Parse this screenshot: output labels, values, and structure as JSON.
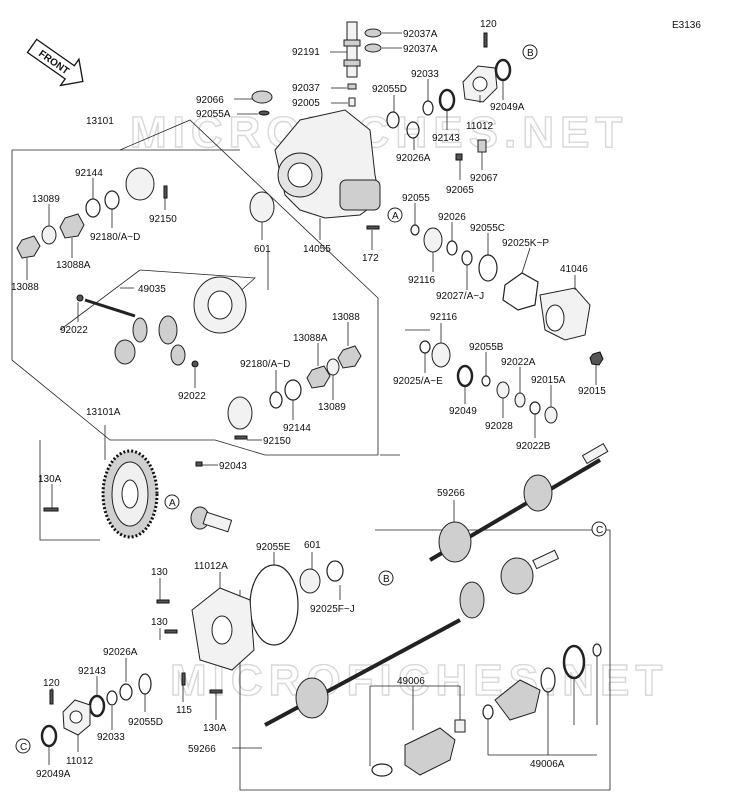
{
  "diagram_code": "E3136",
  "front_label": "FRONT",
  "watermark": "MICROFICHES.NET",
  "callouts": {
    "A": "A",
    "B": "B",
    "C": "C"
  },
  "labels": {
    "l13101": "13101",
    "l92191": "92191",
    "l92037A_1": "92037A",
    "l92037A_2": "92037A",
    "l120_top": "120",
    "l92037": "92037",
    "l92005": "92005",
    "l92066": "92066",
    "l92055A": "92055A",
    "l92055D_top": "92055D",
    "l92033_top": "92033",
    "l92143_top": "92143",
    "l11012_top": "11012",
    "l92049A_top": "92049A",
    "l92026A_top": "92026A",
    "l92065": "92065",
    "l92067": "92067",
    "l92144_top": "92144",
    "l13089_top": "13089",
    "l13088A_top": "13088A",
    "l13088_top": "13088",
    "l92180_top": "92180/A~D",
    "l92150_top": "92150",
    "l601_top": "601",
    "l14055": "14055",
    "l172": "172",
    "l92055": "92055",
    "l92026": "92026",
    "l92055C": "92055C",
    "l92025KP": "92025K~P",
    "l41046": "41046",
    "l92116_a": "92116",
    "l92027": "92027/A~J",
    "l49035": "49035",
    "l92022_a": "92022",
    "l92022_b": "92022",
    "l13088_r": "13088",
    "l13088A_r": "13088A",
    "l92180_r": "92180/A~D",
    "l92144_r": "92144",
    "l13089_r": "13089",
    "l92150_r": "92150",
    "l92116_b": "92116",
    "l92055B": "92055B",
    "l92022A": "92022A",
    "l92025AE": "92025/A~E",
    "l92015A": "92015A",
    "l92015": "92015",
    "l92049": "92049",
    "l92028": "92028",
    "l92022B": "92022B",
    "l13101A": "13101A",
    "l92043": "92043",
    "l130A_top": "130A",
    "l59266_top": "59266",
    "l92055E": "92055E",
    "l601_bot": "601",
    "l92025FJ": "92025F~J",
    "l130_a": "130",
    "l11012A": "11012A",
    "l130_b": "130",
    "l92026A_bot": "92026A",
    "l92143_bot": "92143",
    "l120_bot": "120",
    "l92033_bot": "92033",
    "l92055D_bot": "92055D",
    "l115": "115",
    "l130A_bot": "130A",
    "l49006": "49006",
    "l11012_bot": "11012",
    "l92049A_bot": "92049A",
    "l59266_bot": "59266",
    "l49006A": "49006A"
  }
}
